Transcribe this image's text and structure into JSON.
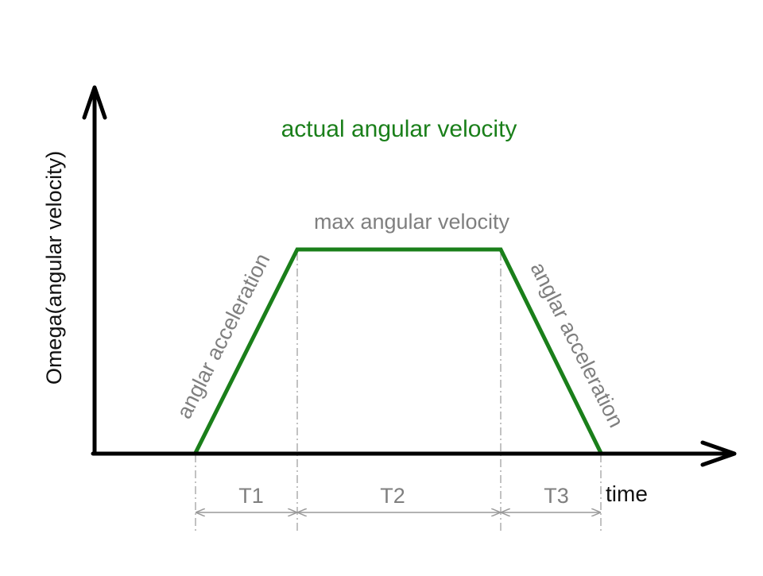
{
  "diagram": {
    "title": "actual angular velocity",
    "y_axis_label": "Omega(angular velocity)",
    "x_axis_label": "time",
    "plateau_label": "max angular velocity",
    "ramp_up_label": "anglar acceleration",
    "ramp_down_label": "anglar acceleration",
    "intervals": [
      "T1",
      "T2",
      "T3"
    ],
    "colors": {
      "profile": "#1a7f1a",
      "axes": "#000000",
      "annotations": "#7f7f7f",
      "guides": "#999999"
    }
  }
}
